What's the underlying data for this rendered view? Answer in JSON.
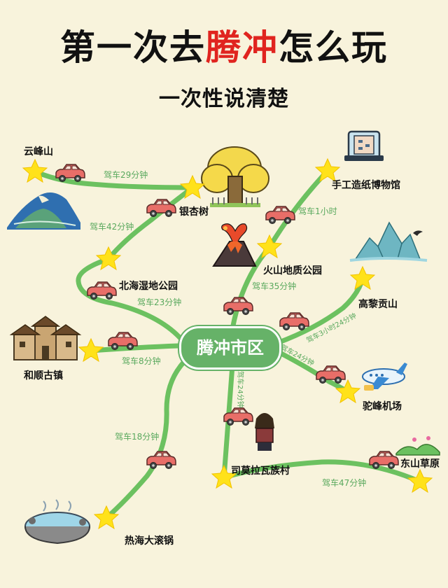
{
  "title": {
    "prefix": "第一次去",
    "highlight": "腾冲",
    "suffix": "怎么玩"
  },
  "subtitle": "一次性说清楚",
  "center": "腾冲市区",
  "places": {
    "yunfeng": "云峰山",
    "yinxing": "银杏树",
    "paper": "手工造纸博物馆",
    "volcano": "火山地质公园",
    "beihai": "北海湿地公园",
    "gaoligong": "高黎贡山",
    "heshun": "和顺古镇",
    "tuofeng": "驼峰机场",
    "simo": "司莫拉瓦族村",
    "dongshan": "东山草原",
    "rehai": "热海大滚锅"
  },
  "routes": {
    "r1": "驾车29分钟",
    "r2": "驾车42分钟",
    "r3": "驾车23分钟",
    "r4": "驾车1小时",
    "r5": "驾车35分钟",
    "r6": "驾车3小时24分钟",
    "r7": "驾车8分钟",
    "r8": "驾车24分钟",
    "r9": "驾车24分钟",
    "r10": "驾车18分钟",
    "r11": "驾车47分钟"
  },
  "colors": {
    "road": "#6cc160",
    "star": "#ffe21a",
    "car": "#e86e68",
    "route_text": "#5aa95e",
    "highlight": "#e0241f",
    "background": "#f8f3dc"
  }
}
